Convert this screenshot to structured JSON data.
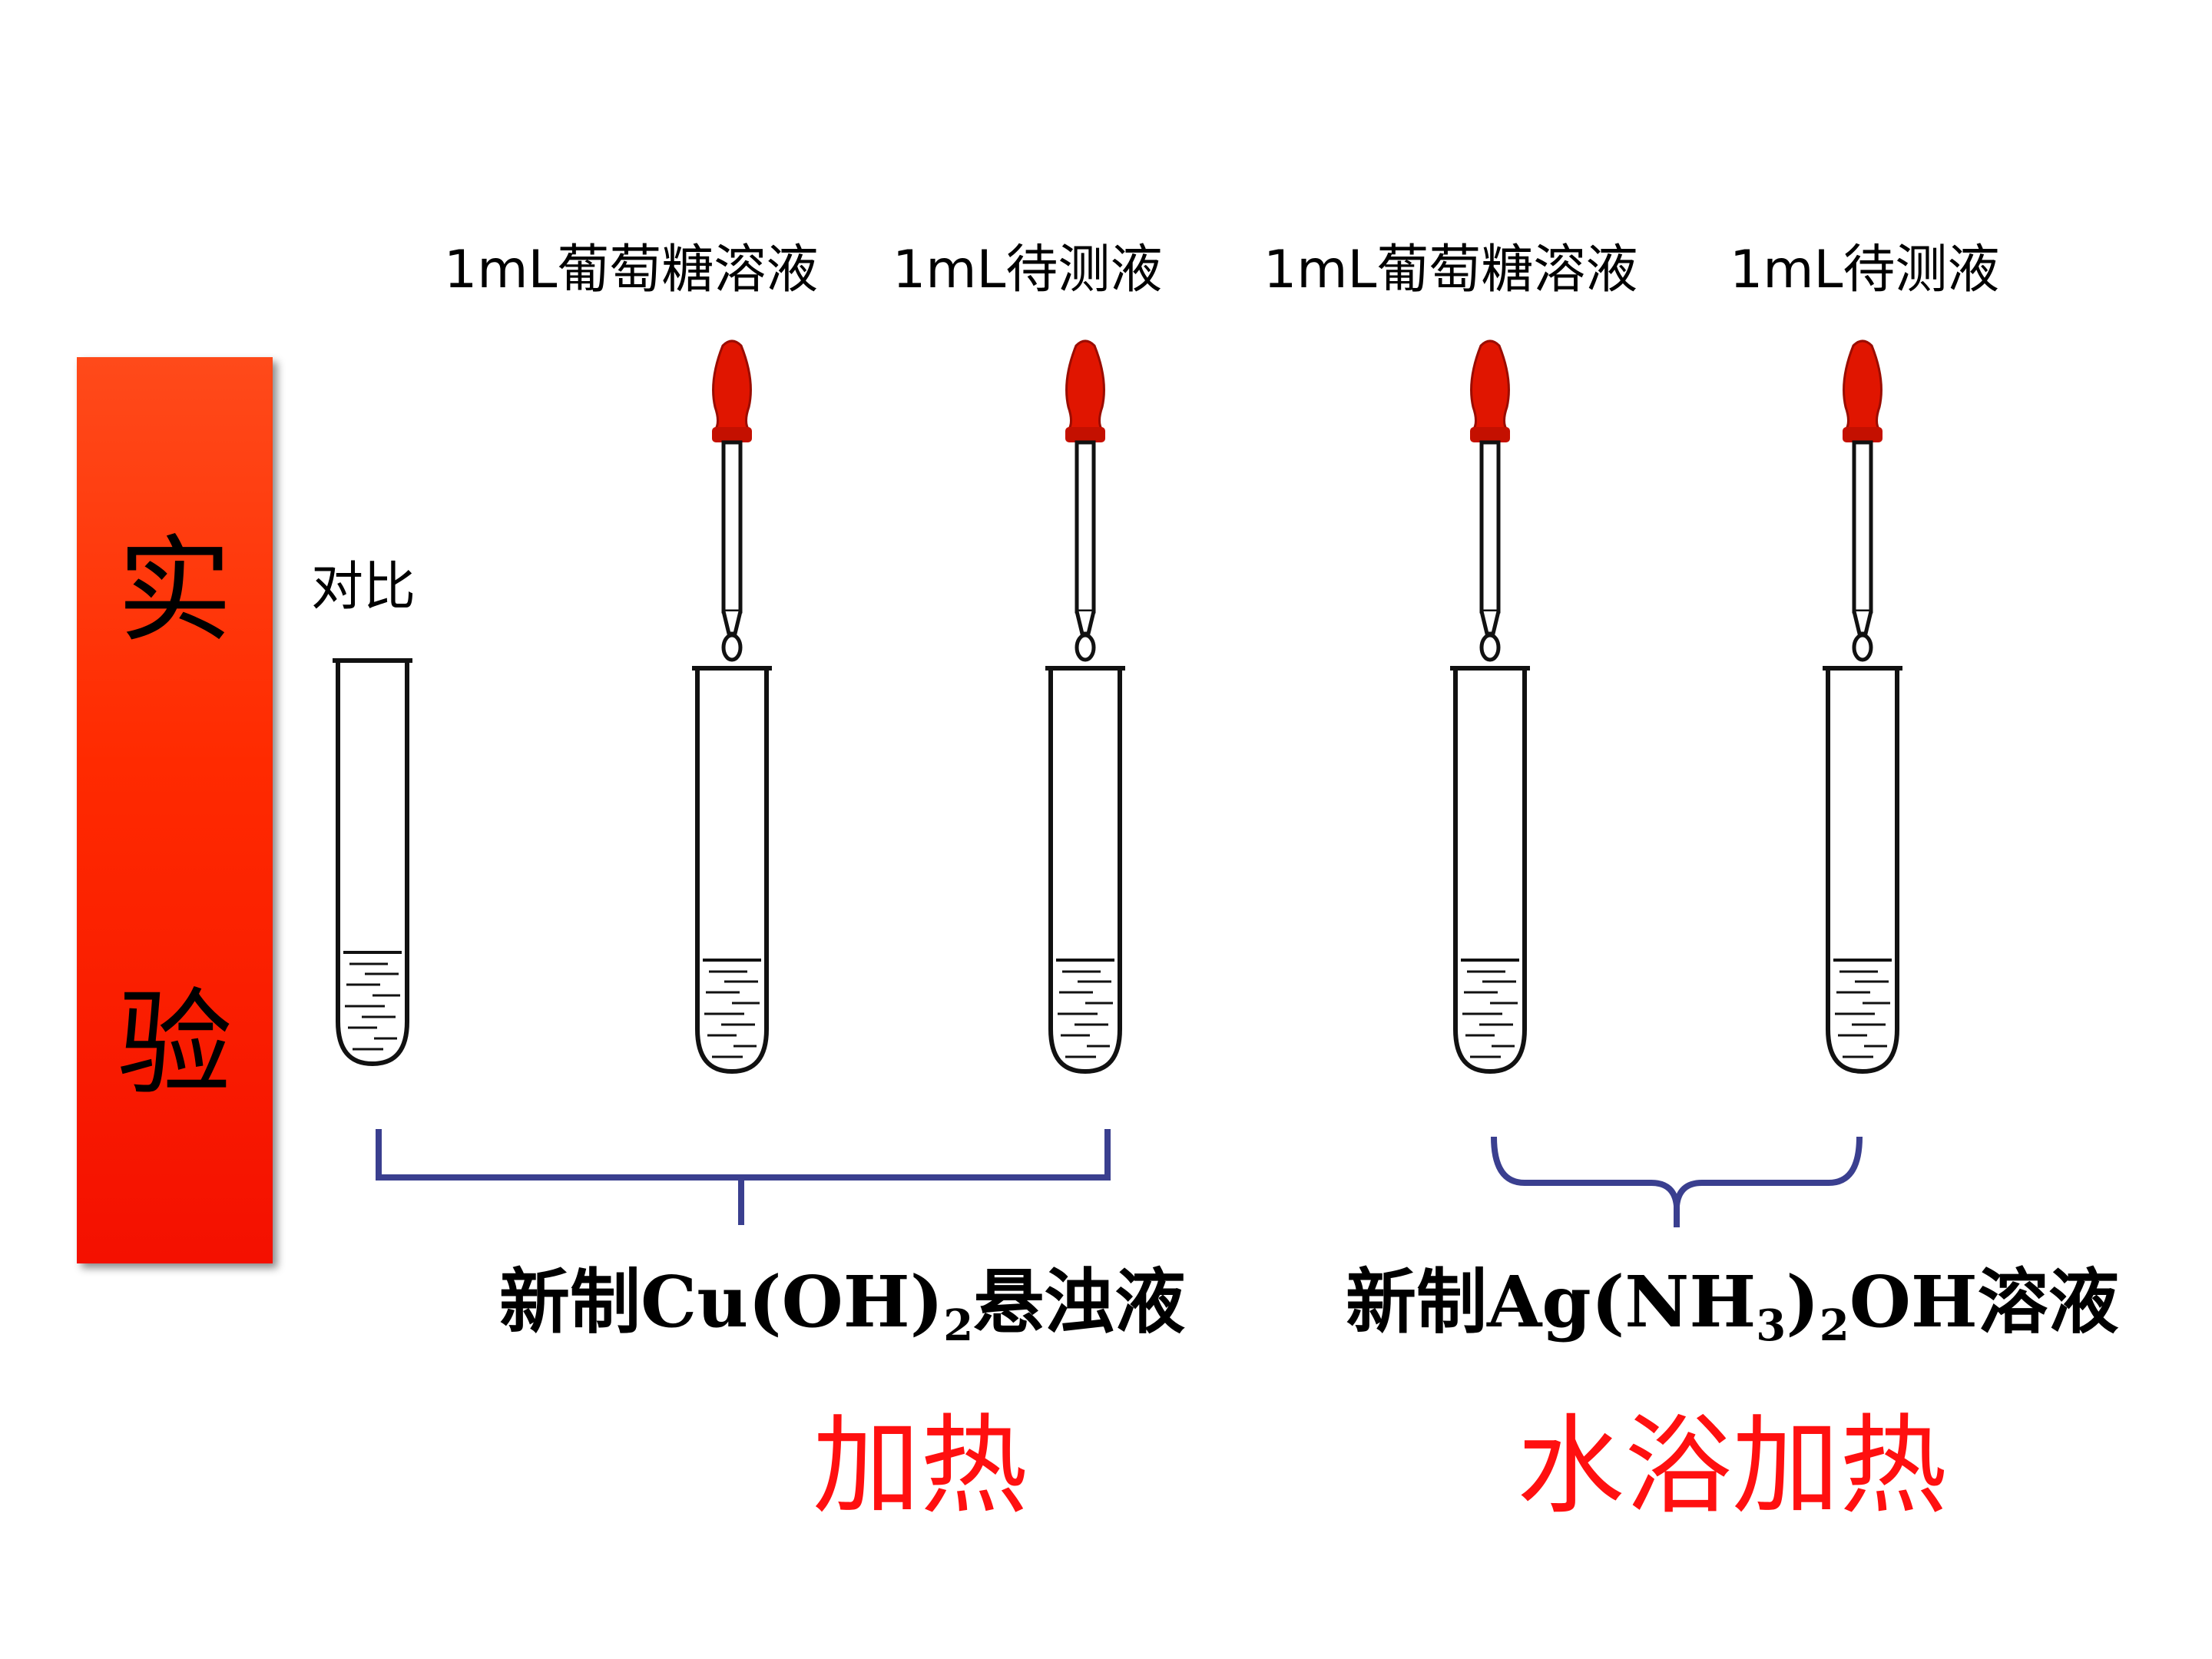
{
  "banner": {
    "chars": [
      "实",
      "验"
    ]
  },
  "top_labels": [
    "1mL葡萄糖溶液",
    "1mL待测液",
    "1mL葡萄糖溶液",
    "1mL待测液"
  ],
  "control_label": "对比",
  "reagents": {
    "left": {
      "prefix": "新制Cu(OH)",
      "sub": "2",
      "suffix": "悬浊液"
    },
    "right": {
      "prefix": "新制Ag(NH",
      "sub1": "3",
      "mid": ")",
      "sub2": "2",
      "suffix": "OH溶液"
    }
  },
  "heating": {
    "left": "加热",
    "right": "水浴加热"
  },
  "colors": {
    "banner_red": "#ff2a00",
    "dropper_bulb": "#e01500",
    "bracket_blue": "#3a3f8f",
    "heat_text": "#ff1010"
  }
}
